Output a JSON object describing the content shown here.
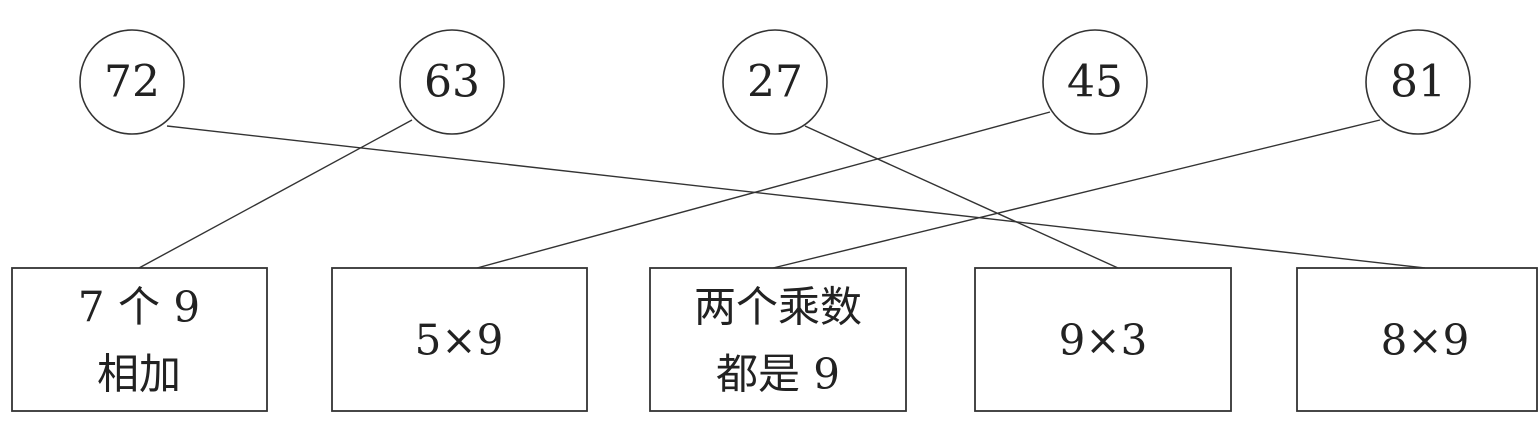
{
  "numbers": [
    {
      "id": "n72",
      "label": "72"
    },
    {
      "id": "n63",
      "label": "63"
    },
    {
      "id": "n27",
      "label": "27"
    },
    {
      "id": "n45",
      "label": "45"
    },
    {
      "id": "n81",
      "label": "81"
    }
  ],
  "expressions": [
    {
      "id": "e1",
      "lines": [
        "7 个 9",
        "相加"
      ]
    },
    {
      "id": "e2",
      "lines": [
        "5×9"
      ]
    },
    {
      "id": "e3",
      "lines": [
        "两个乘数",
        "都是 9"
      ]
    },
    {
      "id": "e4",
      "lines": [
        "9×3"
      ]
    },
    {
      "id": "e5",
      "lines": [
        "8×9"
      ]
    }
  ],
  "connections": [
    {
      "from": "n72",
      "to": "e5"
    },
    {
      "from": "n63",
      "to": "e1"
    },
    {
      "from": "n27",
      "to": "e4"
    },
    {
      "from": "n45",
      "to": "e2"
    },
    {
      "from": "n81",
      "to": "e3"
    }
  ]
}
